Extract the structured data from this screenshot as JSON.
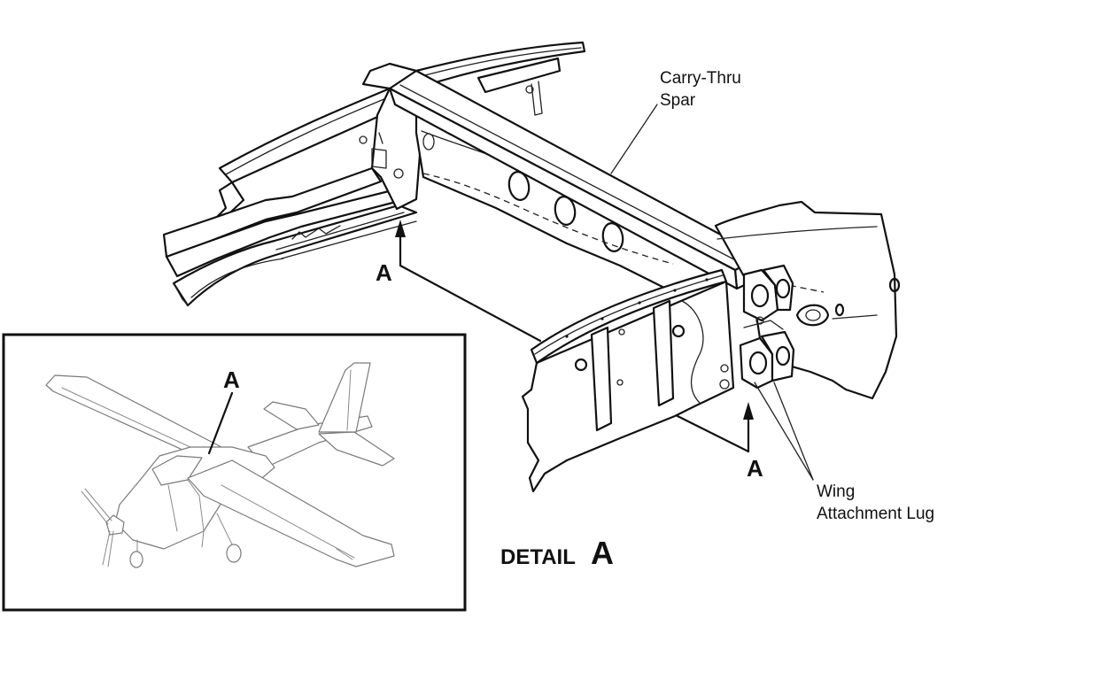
{
  "labels": {
    "carry_thru_line1": "Carry-Thru",
    "carry_thru_line2": "Spar",
    "wing_lug_line1": "Wing",
    "wing_lug_line2": "Attachment Lug",
    "view_marker_left": "A",
    "view_marker_right": "A",
    "inset_marker": "A",
    "detail_word": "DETAIL",
    "detail_letter": "A"
  },
  "colors": {
    "ink": "#111111",
    "inset_plane_line": "#7a7a7a",
    "background": "#ffffff"
  }
}
